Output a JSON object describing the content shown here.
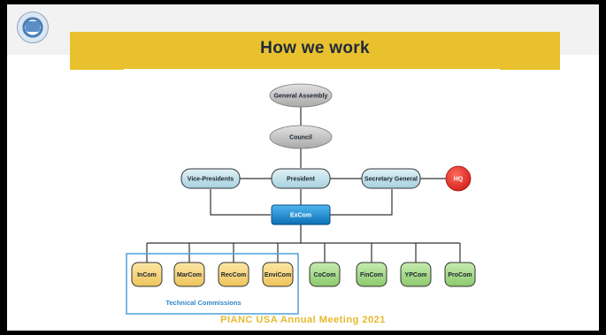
{
  "slide": {
    "title": "How we work",
    "footer": "PIANC USA Annual Meeting 2021",
    "accent_color": "#e9c12e",
    "logo_icon": "pianc-logo-icon"
  },
  "org_chart": {
    "general_assembly": "General Assembly",
    "council": "Council",
    "vice_presidents": "Vice-Presidents",
    "president": "President",
    "secretary_general": "Secretary General",
    "hq": "HQ",
    "excom": "ExCom",
    "technical_commissions_label": "Technical Commissions",
    "technical_commissions": [
      "InCom",
      "MarCom",
      "RecCom",
      "EnviCom"
    ],
    "other_commissions": [
      "CoCom",
      "FinCom",
      "YPCom",
      "ProCom"
    ]
  },
  "colors": {
    "grey_node": "#bcbcbc",
    "blue_node": "#bfe0ea",
    "excom": "#1a8fd6",
    "hq": "#e5332a",
    "tech_commission": "#f4d27a",
    "other_commission": "#a8d98a",
    "tc_box_border": "#5aa6dc"
  }
}
